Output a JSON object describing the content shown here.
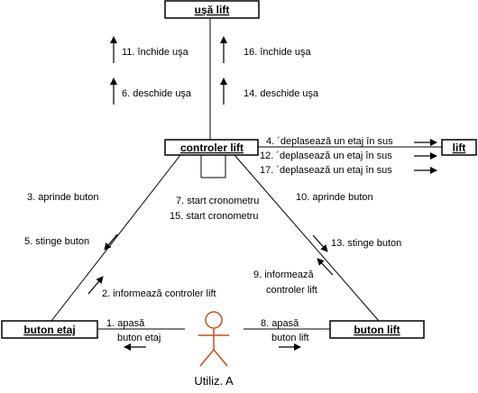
{
  "objects": {
    "door": "uşă lift",
    "controller": "controler lift",
    "lift": "lift",
    "floor_button": "buton etaj",
    "lift_button": "buton lift"
  },
  "actor": {
    "name": "Utiliz. A"
  },
  "messages": {
    "m11": "11. închide uşa",
    "m16": "16. închide uşa",
    "m6": "6. deschide uşa",
    "m14": "14. deschide uşa",
    "m4": "4. ´deplasează un etaj în sus",
    "m12": "12. ´deplasează un etaj în sus",
    "m17": "17. ´deplasează un etaj în sus",
    "m3": "3. aprinde buton",
    "m10": "10. aprinde buton",
    "m7": "7. start cronometru",
    "m15": "15. start cronometru",
    "m5": "5. stinge buton",
    "m13": "13. stinge buton",
    "m2": "2. informează controler lift",
    "m9a": "9. informează",
    "m9b": "controler lift",
    "m1a": "1. apasă",
    "m1b": "buton etaj",
    "m8a": "8. apasă",
    "m8b": "buton lift"
  },
  "colors": {
    "line": "#000000",
    "box_fill": "#ffffff",
    "actor": "#c05020"
  }
}
